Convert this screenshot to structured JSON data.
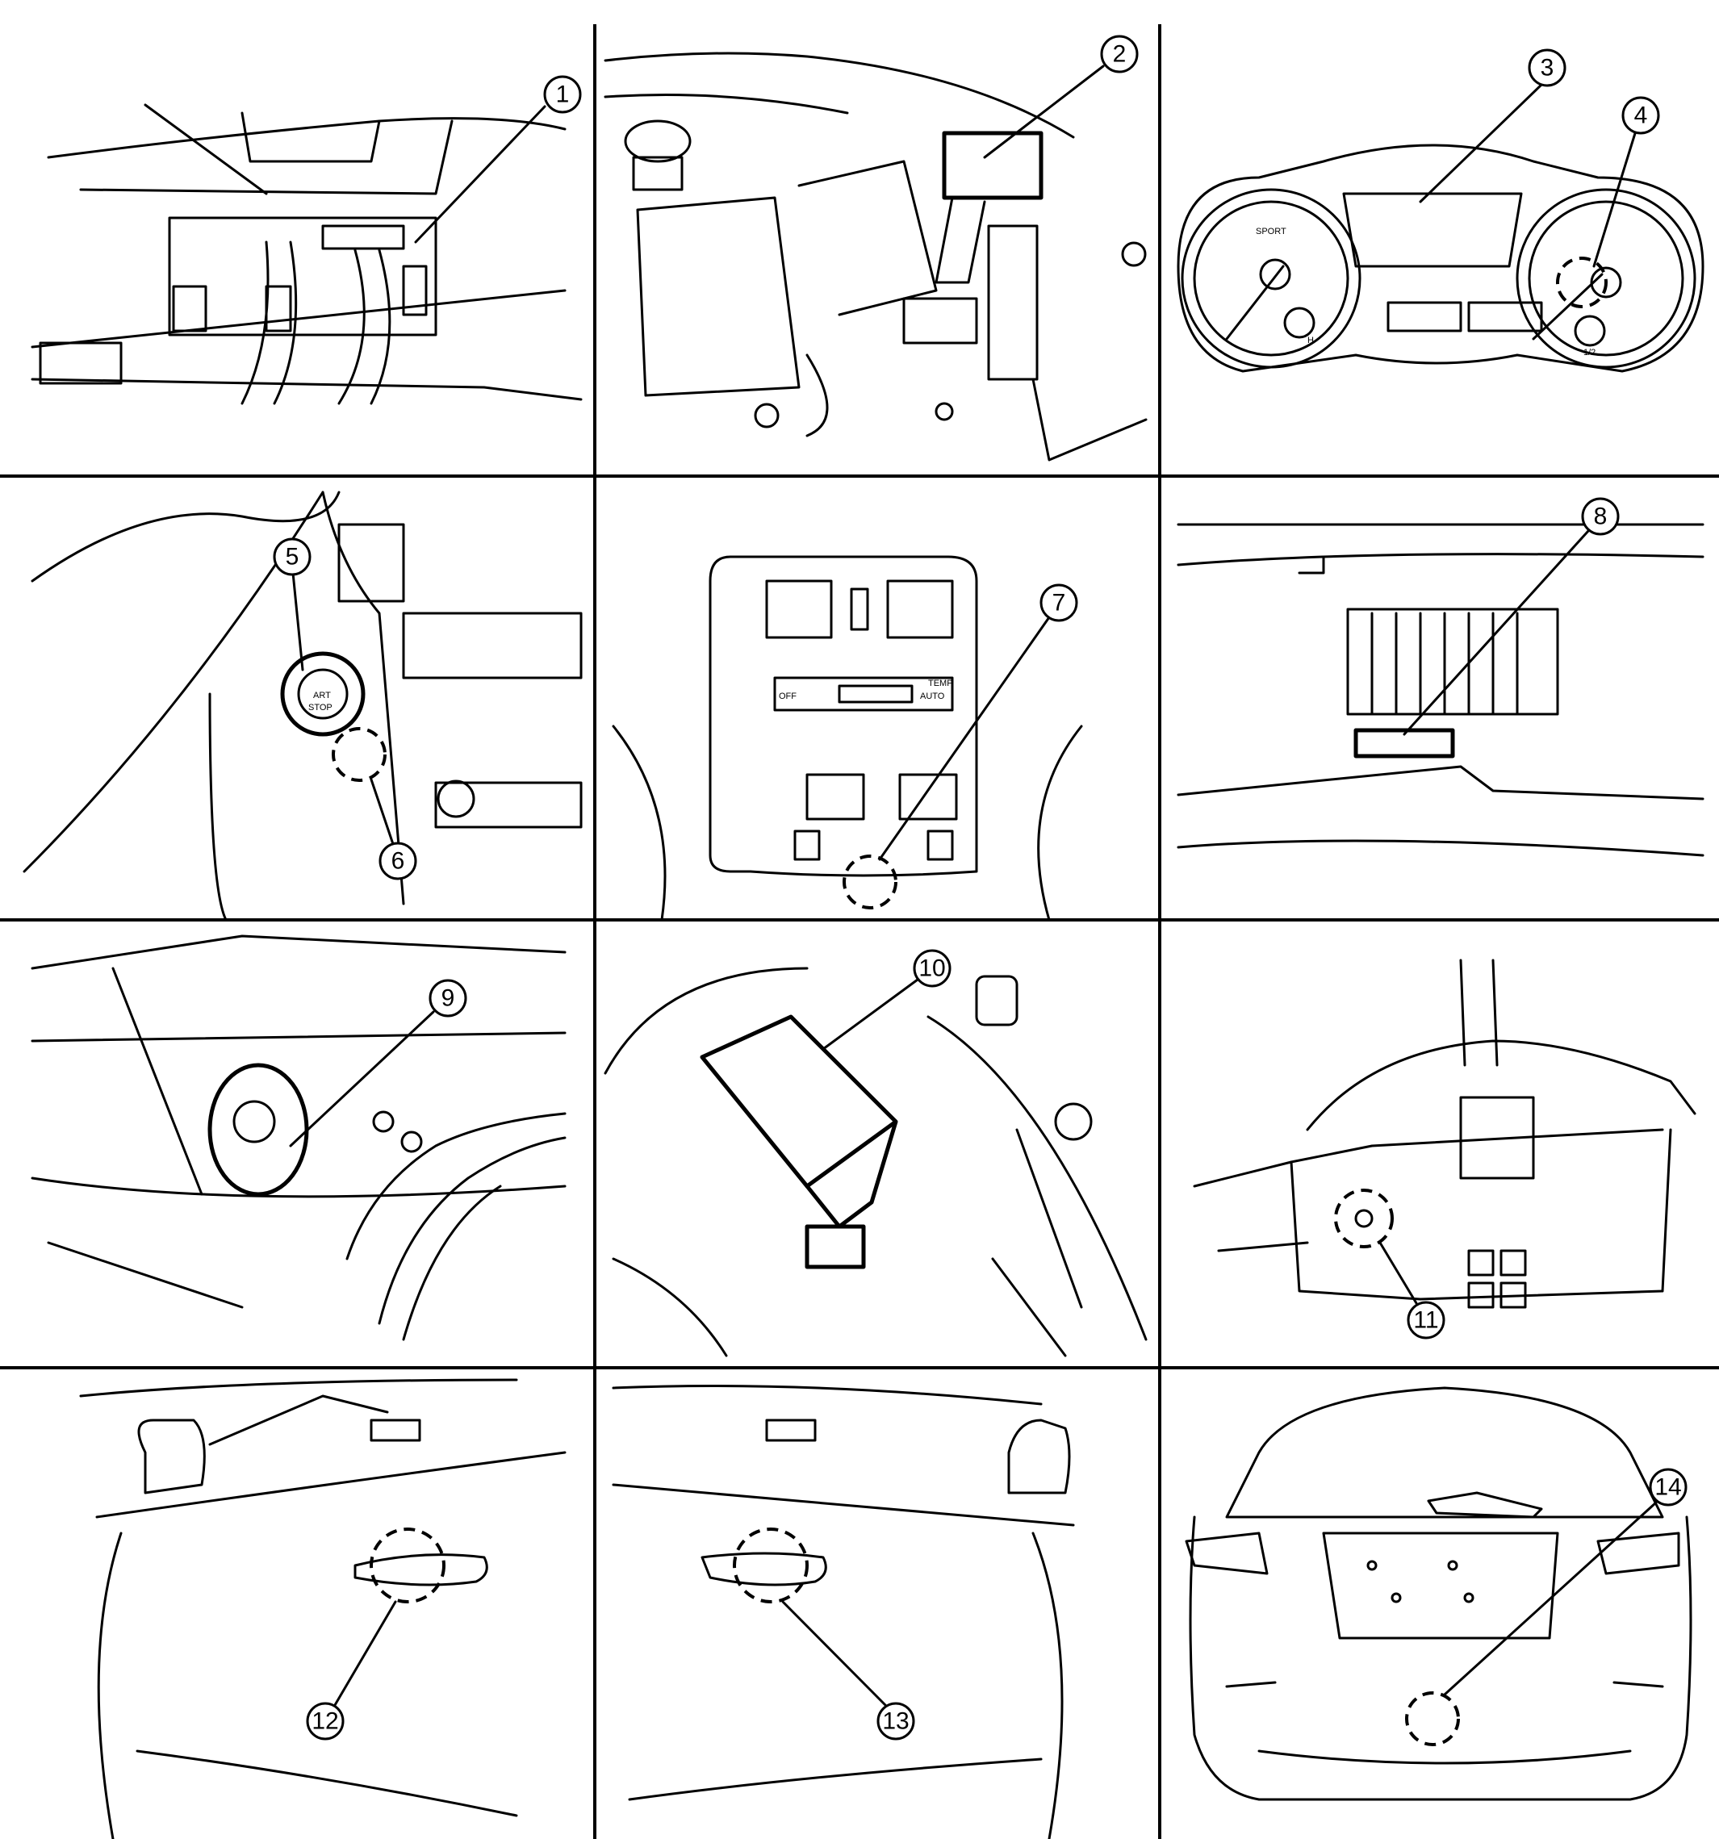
{
  "callouts": [
    "1",
    "2",
    "3",
    "4",
    "5",
    "6",
    "7",
    "8",
    "9",
    "10",
    "11",
    "12",
    "13",
    "14"
  ],
  "panel_text": {
    "start_stop_1": "ART",
    "start_stop_2": "STOP",
    "rear_off": "OFF",
    "rear_auto": "AUTO",
    "rear_temp": "TEMP",
    "meter_sport": "SPORT",
    "meter_half": "1/2",
    "meter_h": "H"
  }
}
